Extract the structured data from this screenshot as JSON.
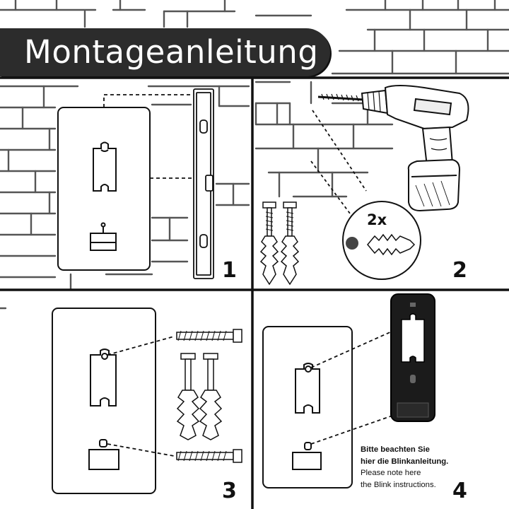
{
  "title": "Montageanleitung",
  "steps": [
    {
      "number": "1"
    },
    {
      "number": "2",
      "quantity": "2x"
    },
    {
      "number": "3"
    },
    {
      "number": "4",
      "note_de_1": "Bitte beachten Sie",
      "note_de_2": "hier die Blinkanleitung.",
      "note_en_1": "Please note here",
      "note_en_2": "the Blink instructions."
    }
  ],
  "icons": [
    "brick-wall",
    "mounting-template",
    "spirit-level",
    "power-drill",
    "screw",
    "wall-plug",
    "doorbell-mounting-bracket"
  ],
  "colors": {
    "banner": "#2c2c2c",
    "line": "#111111",
    "background": "#ffffff"
  }
}
